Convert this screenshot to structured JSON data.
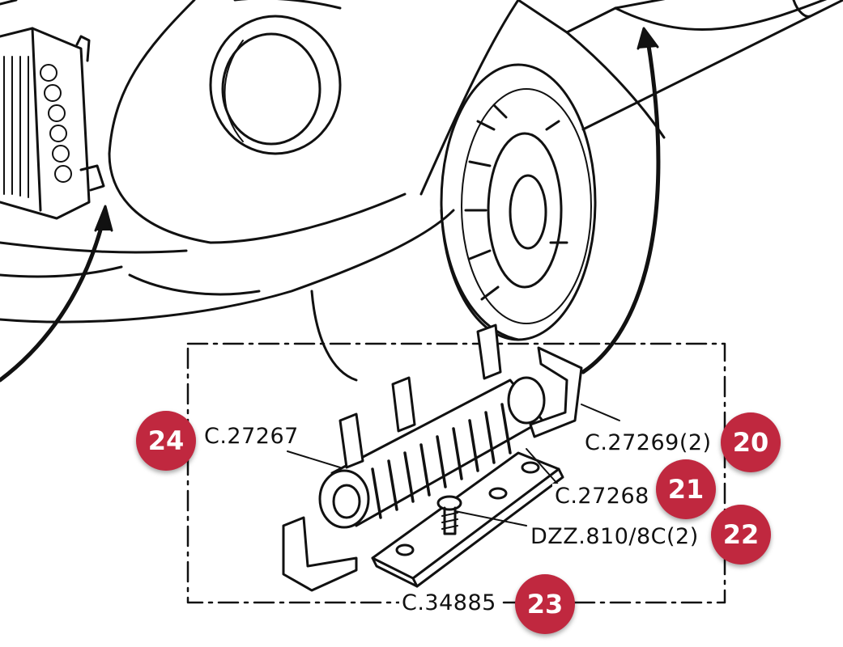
{
  "colors": {
    "callout_fill": "#c0283f",
    "callout_text": "#ffffff",
    "line_art": "#111111"
  },
  "parts": [
    {
      "number": "24",
      "code": "C.27267"
    },
    {
      "number": "20",
      "code": "C.27269(2)"
    },
    {
      "number": "21",
      "code": "C.27268"
    },
    {
      "number": "22",
      "code": "DZZ.810/8C(2)"
    },
    {
      "number": "23",
      "code": "C.34885"
    }
  ]
}
